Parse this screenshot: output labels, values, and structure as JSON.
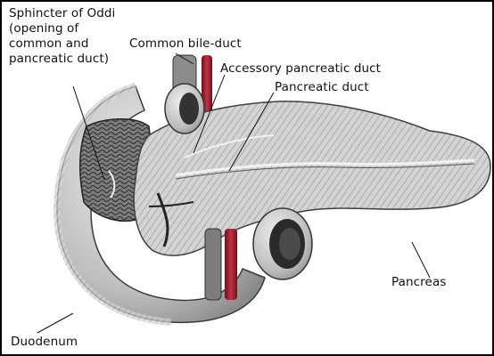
{
  "labels": {
    "sphincter_of_oddi": "Sphincter of Oddi\n(opening of\ncommon and\npancreatic duct)",
    "common_bile_duct": "Common bile-duct",
    "accessory_pancreatic_duct": "Accessory pancreatic duct",
    "pancreatic_duct": "Pancreatic duct",
    "pancreas": "Pancreas",
    "duodenum": "Duodenum"
  },
  "colors": {
    "tissue_fill": "#cfcfcf",
    "tissue_dark": "#6e6e6e",
    "vessel_red": "#b3263a",
    "text": "#111111",
    "border": "#000000"
  }
}
